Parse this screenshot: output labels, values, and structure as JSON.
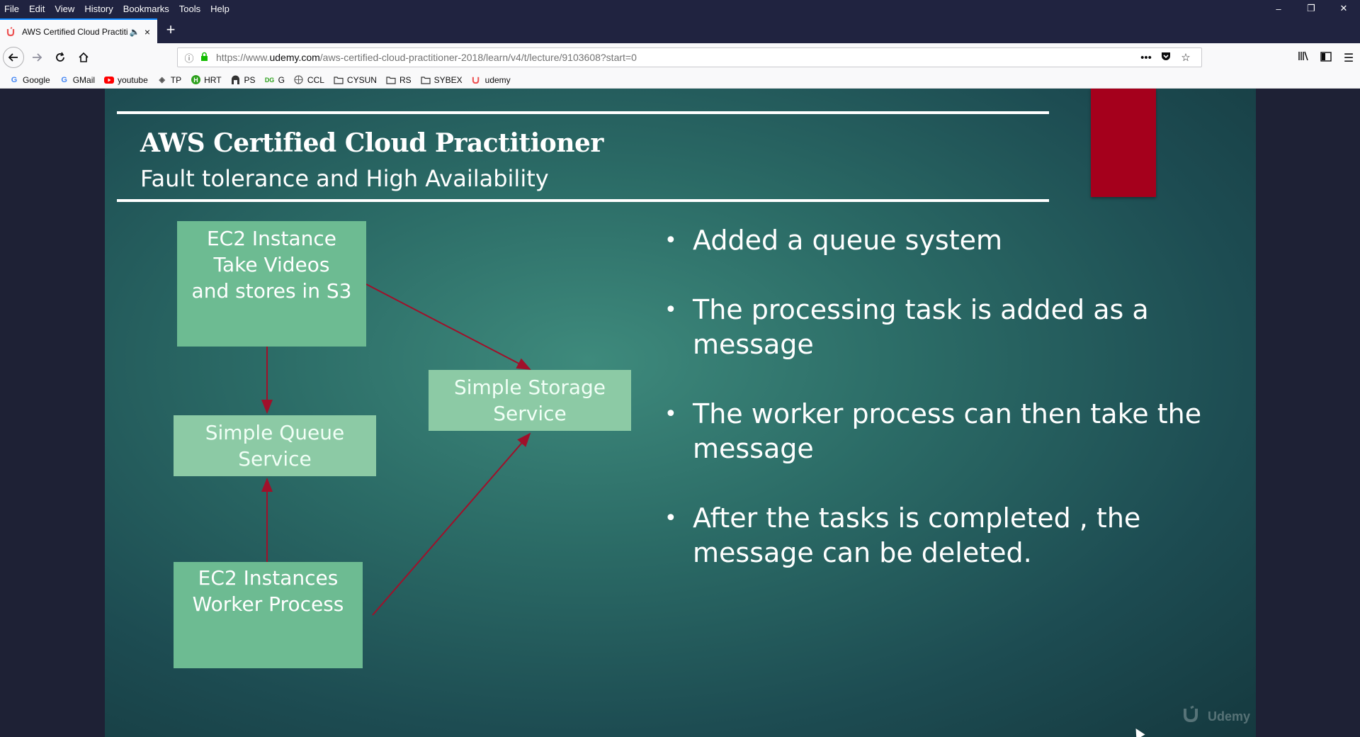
{
  "menubar": {
    "items": [
      "File",
      "Edit",
      "View",
      "History",
      "Bookmarks",
      "Tools",
      "Help"
    ]
  },
  "window_controls": {
    "minimize": "–",
    "restore": "❐",
    "close": "✕"
  },
  "tab": {
    "favicon": "udemy-icon",
    "title": "AWS Certified Cloud Practiti",
    "speaker": "speaker-icon",
    "close": "×"
  },
  "new_tab_label": "+",
  "address": {
    "url_prefix": "https://www.",
    "url_domain": "udemy.com",
    "url_path": "/aws-certified-cloud-practitioner-2018/learn/v4/t/lecture/9103608?start=0"
  },
  "bookmarks": [
    {
      "label": "Google",
      "icon": "google-icon",
      "color": "#4285f4"
    },
    {
      "label": "GMail",
      "icon": "google-icon",
      "color": "#4285f4"
    },
    {
      "label": "youtube",
      "icon": "youtube-icon",
      "color": "#ff0000"
    },
    {
      "label": "TP",
      "icon": "diamond-icon",
      "color": "#555555"
    },
    {
      "label": "HRT",
      "icon": "hrt-icon",
      "color": "#2ca01c"
    },
    {
      "label": "PS",
      "icon": "ps-icon",
      "color": "#333333"
    },
    {
      "label": "G",
      "icon": "g-icon",
      "color": "#2ca01c"
    },
    {
      "label": "CCL",
      "icon": "globe-icon",
      "color": "#555555"
    },
    {
      "label": "CYSUN",
      "icon": "folder-icon",
      "color": "#555555"
    },
    {
      "label": "RS",
      "icon": "folder-icon",
      "color": "#555555"
    },
    {
      "label": "SYBEX",
      "icon": "folder-icon",
      "color": "#555555"
    },
    {
      "label": "udemy",
      "icon": "udemy-icon",
      "color": "#ec5252"
    }
  ],
  "slide": {
    "title": "AWS Certified Cloud Practitioner",
    "subtitle": "Fault tolerance and High Availability",
    "boxes": {
      "ec2_take": [
        "EC2 Instance",
        "Take Videos",
        "and stores in S3"
      ],
      "sqs": [
        "Simple Queue",
        "Service"
      ],
      "s3": [
        "Simple Storage",
        "Service"
      ],
      "ec2_worker": [
        "EC2 Instances",
        "Worker Process"
      ]
    },
    "bullets": [
      "Added a queue system",
      "The processing task is added as a message",
      "The worker process can then take the message",
      "After the tasks is completed , the message can be deleted."
    ],
    "watermark": "Udemy",
    "colors": {
      "accent_red": "#a5001c",
      "box_dark": "#6dbb92",
      "box_light": "#8ccaa5",
      "arrow": "#a0102a"
    }
  }
}
